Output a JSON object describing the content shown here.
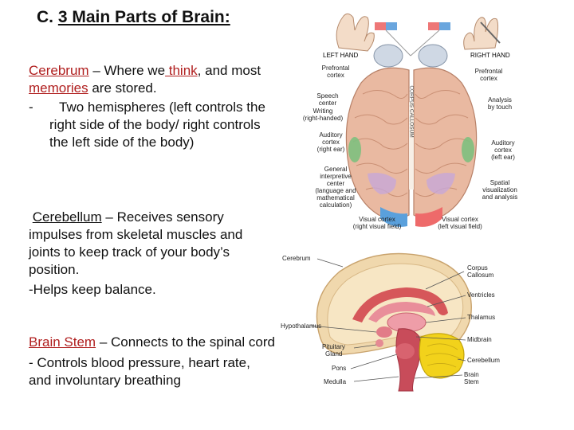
{
  "title": {
    "letter": "C.",
    "text": "3 Main Parts of Brain:"
  },
  "cerebrum": {
    "term": "Cerebrum",
    "sep": " – Where we",
    "think": " think",
    "mid": ", and most ",
    "memories": "memories",
    "end": " are stored.",
    "bullet_dash": "-",
    "bullet": "Two hemispheres (left controls the right side of the body/ right controls the left side of the body)"
  },
  "cerebellum": {
    "term": "Cerebellum",
    "desc": " – Receives sensory impulses from skeletal muscles and joints to keep track of your body’s position.",
    "note": "-Helps keep balance."
  },
  "brainstem": {
    "term": "Brain Stem",
    "desc": " – Connects to the spinal cord",
    "note": "- Controls blood pressure, heart rate, and involuntary breathing"
  },
  "top_diagram": {
    "left_hand": "LEFT HAND",
    "right_hand": "RIGHT HAND",
    "labels_left": [
      "Prefrontal",
      "cortex",
      "Speech",
      "center",
      "Writing",
      "(right-handed)",
      "Auditory",
      "cortex",
      "(right ear)",
      "General",
      "interpretive",
      "center",
      "(language and",
      "mathematical",
      "calculation)",
      "Visual cortex",
      "(right visual field)"
    ],
    "labels_right": [
      "Prefrontal",
      "cortex",
      "Analysis",
      "by touch",
      "Auditory",
      "cortex",
      "(left ear)",
      "Spatial",
      "visualization",
      "and analysis",
      "Visual cortex",
      "(left visual field)"
    ],
    "fissure": "CORPUS CALLOSUM"
  },
  "bottom_diagram": {
    "left": [
      "Cerebrum",
      "Hypothalamus",
      "Pituitary",
      "Gland",
      "Pons",
      "Medulla"
    ],
    "right": [
      "Corpus",
      "Callosum",
      "Ventricles",
      "Thalamus",
      "Midbrain",
      "Cerebellum",
      "Brain",
      "Stem"
    ]
  },
  "colors": {
    "accent_red": "#b01e1e",
    "brain_pink": "#e8b6a0",
    "cerebellum_yellow": "#f2d21b"
  }
}
